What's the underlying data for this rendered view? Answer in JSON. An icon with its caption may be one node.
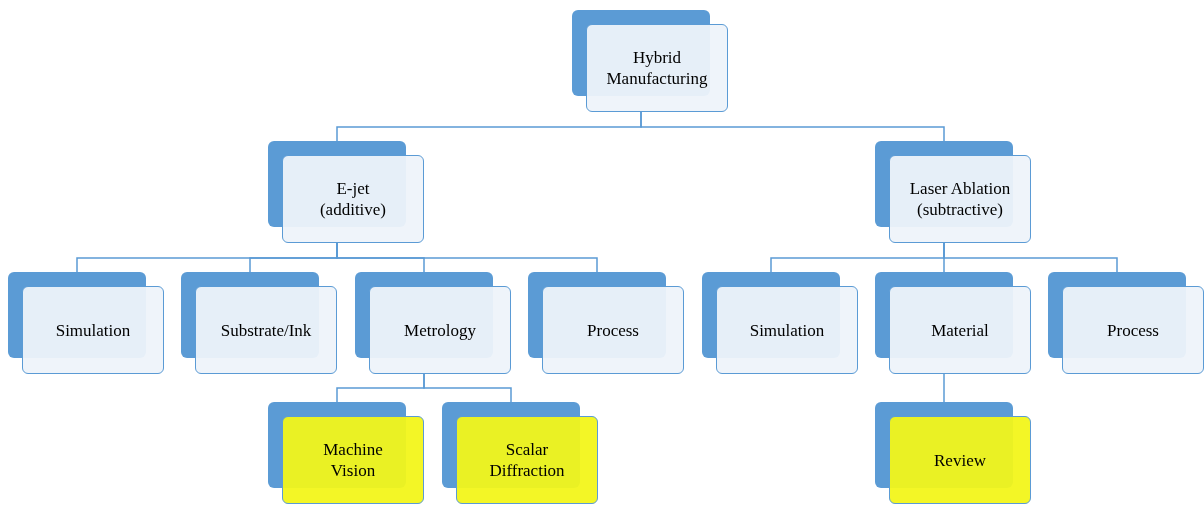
{
  "diagram": {
    "nodes": [
      {
        "text": [
          "Hybrid Manufacturing"
        ]
      },
      {
        "text": [
          "E-jet (additive)"
        ]
      },
      {
        "text": [
          "Laser Ablation (subtractive)"
        ]
      },
      {
        "text": [
          "Simulation"
        ]
      },
      {
        "text": [
          "Substrate/Ink"
        ]
      },
      {
        "text": [
          "Metrology"
        ]
      },
      {
        "text": [
          "Process"
        ]
      },
      {
        "text": [
          "Simulation"
        ]
      },
      {
        "text": [
          "Material"
        ]
      },
      {
        "text": [
          "Process"
        ]
      },
      {
        "text": [
          "Machine Vision"
        ]
      },
      {
        "text": [
          "Scalar Diffraction"
        ]
      },
      {
        "text": [
          "Review"
        ]
      }
    ],
    "edges": [
      {
        "from": 0,
        "to": 1,
        "arrow": "none"
      },
      {
        "from": 0,
        "to": 2,
        "arrow": "none"
      },
      {
        "from": 1,
        "to": 3,
        "arrow": "none"
      },
      {
        "from": 1,
        "to": 4,
        "arrow": "none"
      },
      {
        "from": 1,
        "to": 5,
        "arrow": "none"
      },
      {
        "from": 1,
        "to": 6,
        "arrow": "none"
      },
      {
        "from": 2,
        "to": 7,
        "arrow": "none"
      },
      {
        "from": 2,
        "to": 8,
        "arrow": "none"
      },
      {
        "from": 2,
        "to": 9,
        "arrow": "none"
      },
      {
        "from": 5,
        "to": 10,
        "arrow": "none"
      },
      {
        "from": 5,
        "to": 11,
        "arrow": "none"
      },
      {
        "from": 8,
        "to": 12,
        "arrow": "none"
      }
    ]
  }
}
